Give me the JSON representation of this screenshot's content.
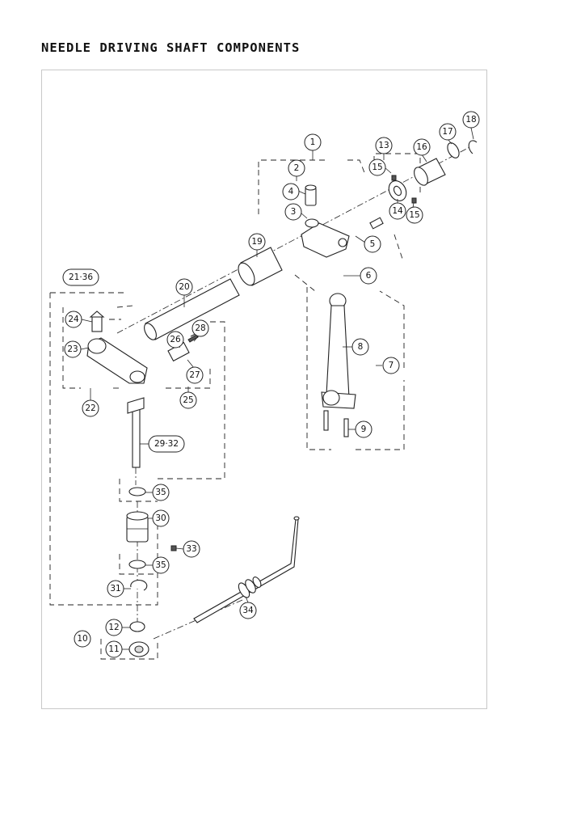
{
  "title": "NEEDLE DRIVING SHAFT COMPONENTS",
  "callouts": [
    {
      "id": "c1",
      "label": "1"
    },
    {
      "id": "c2",
      "label": "2"
    },
    {
      "id": "c3",
      "label": "3"
    },
    {
      "id": "c4",
      "label": "4"
    },
    {
      "id": "c5",
      "label": "5"
    },
    {
      "id": "c6",
      "label": "6"
    },
    {
      "id": "c7",
      "label": "7"
    },
    {
      "id": "c8",
      "label": "8"
    },
    {
      "id": "c9",
      "label": "9"
    },
    {
      "id": "c10",
      "label": "10"
    },
    {
      "id": "c11",
      "label": "11"
    },
    {
      "id": "c12",
      "label": "12"
    },
    {
      "id": "c13",
      "label": "13"
    },
    {
      "id": "c14",
      "label": "14"
    },
    {
      "id": "c15a",
      "label": "15"
    },
    {
      "id": "c15b",
      "label": "15"
    },
    {
      "id": "c16",
      "label": "16"
    },
    {
      "id": "c17",
      "label": "17"
    },
    {
      "id": "c18",
      "label": "18"
    },
    {
      "id": "c19",
      "label": "19"
    },
    {
      "id": "c20",
      "label": "20"
    },
    {
      "id": "c21",
      "label": "21·36"
    },
    {
      "id": "c22",
      "label": "22"
    },
    {
      "id": "c23",
      "label": "23"
    },
    {
      "id": "c24",
      "label": "24"
    },
    {
      "id": "c25",
      "label": "25"
    },
    {
      "id": "c26",
      "label": "26"
    },
    {
      "id": "c27",
      "label": "27"
    },
    {
      "id": "c28",
      "label": "28"
    },
    {
      "id": "c29",
      "label": "29·32"
    },
    {
      "id": "c30",
      "label": "30"
    },
    {
      "id": "c31",
      "label": "31"
    },
    {
      "id": "c33",
      "label": "33"
    },
    {
      "id": "c34",
      "label": "34"
    },
    {
      "id": "c35a",
      "label": "35"
    },
    {
      "id": "c35b",
      "label": "35"
    }
  ]
}
